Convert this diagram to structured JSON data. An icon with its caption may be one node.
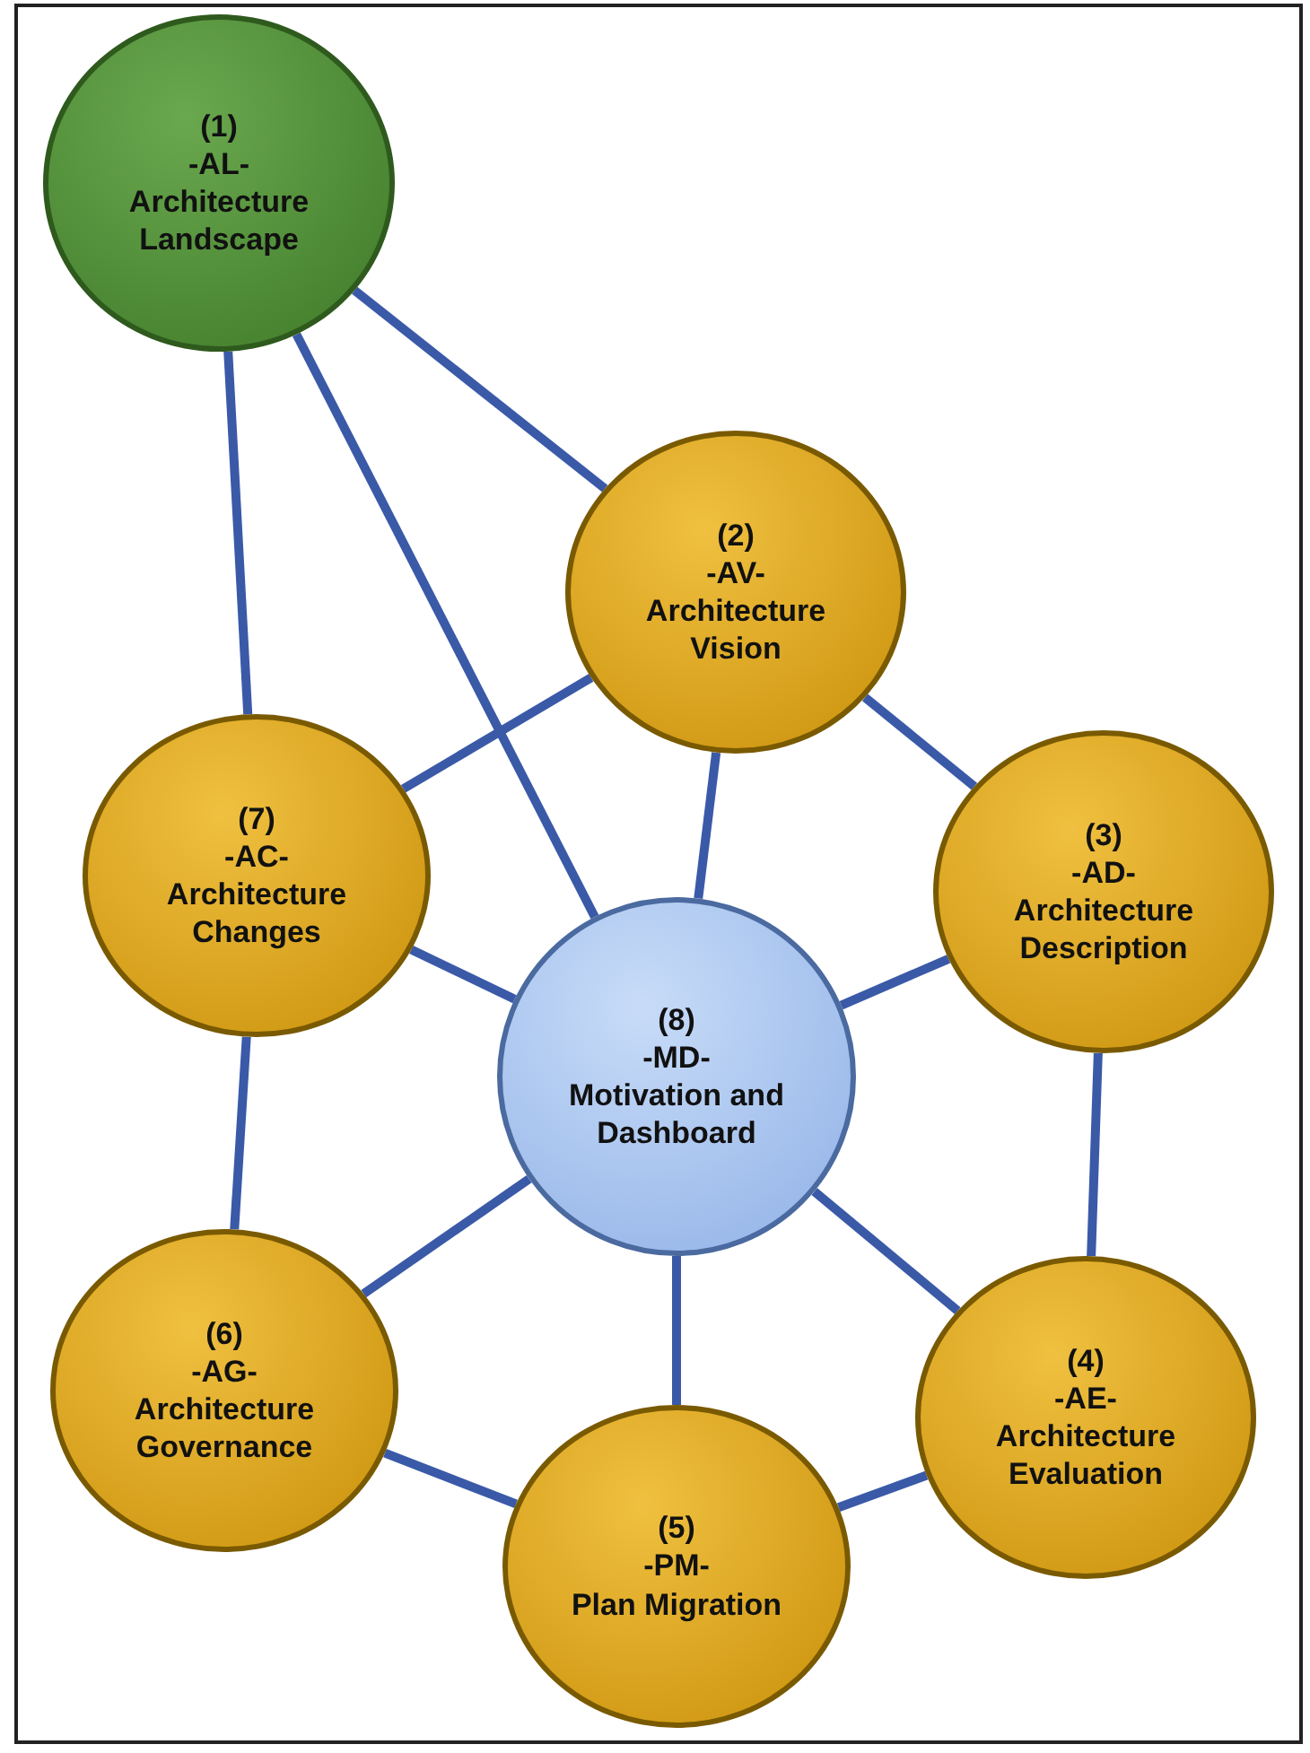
{
  "diagram": {
    "nodes": [
      {
        "text": [
          "(1)",
          "-AL-",
          "Architecture Landscape"
        ]
      },
      {
        "text": [
          "(2)",
          "-AV-",
          "Architecture Vision"
        ]
      },
      {
        "text": [
          "(3)",
          "-AD-",
          "Architecture Description"
        ]
      },
      {
        "text": [
          "(4)",
          "-AE-",
          "Architecture Evaluation"
        ]
      },
      {
        "text": [
          "(5)",
          "-PM-",
          "Plan Migration"
        ]
      },
      {
        "text": [
          "(6)",
          "-AG-",
          "Architecture Governance"
        ]
      },
      {
        "text": [
          "(7)",
          "-AC-",
          "Architecture Changes"
        ]
      },
      {
        "text": [
          "(8)",
          "-MD-",
          "Motivation and Dashboard"
        ]
      }
    ],
    "edges": [
      {
        "from": 0,
        "to": 1,
        "arrow": "none"
      },
      {
        "from": 0,
        "to": 6,
        "arrow": "none"
      },
      {
        "from": 0,
        "to": 7,
        "arrow": "none"
      },
      {
        "from": 1,
        "to": 6,
        "arrow": "none"
      },
      {
        "from": 1,
        "to": 7,
        "arrow": "none"
      },
      {
        "from": 1,
        "to": 2,
        "arrow": "none"
      },
      {
        "from": 2,
        "to": 7,
        "arrow": "none"
      },
      {
        "from": 2,
        "to": 3,
        "arrow": "none"
      },
      {
        "from": 3,
        "to": 7,
        "arrow": "none"
      },
      {
        "from": 3,
        "to": 4,
        "arrow": "none"
      },
      {
        "from": 4,
        "to": 7,
        "arrow": "none"
      },
      {
        "from": 4,
        "to": 5,
        "arrow": "none"
      },
      {
        "from": 5,
        "to": 7,
        "arrow": "none"
      },
      {
        "from": 5,
        "to": 6,
        "arrow": "none"
      },
      {
        "from": 6,
        "to": 7,
        "arrow": "none"
      }
    ]
  }
}
